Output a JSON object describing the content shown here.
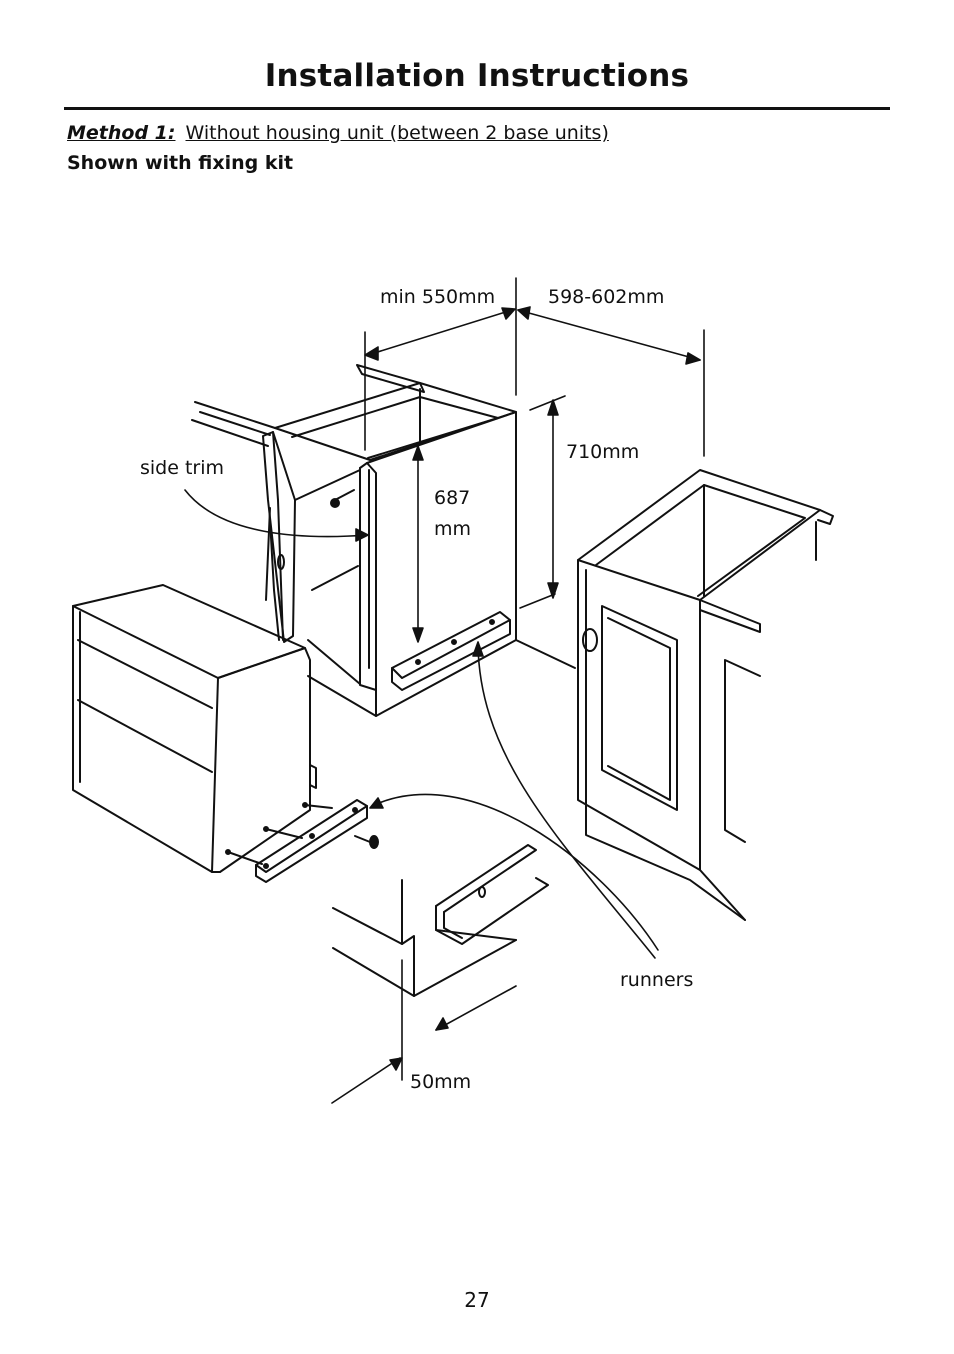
{
  "page": {
    "title": "Installation Instructions",
    "method_label": "Method 1:",
    "method_text": "Without housing unit (between 2 base units)",
    "subheading": "Shown with fixing kit",
    "page_number": "27"
  },
  "diagram": {
    "labels": {
      "min_depth": "min 550mm",
      "width": "598-602mm",
      "height_710": "710mm",
      "height_687_value": "687",
      "height_687_unit": "mm",
      "side_trim": "side trim",
      "runners": "runners",
      "plinth_50": "50mm"
    }
  }
}
